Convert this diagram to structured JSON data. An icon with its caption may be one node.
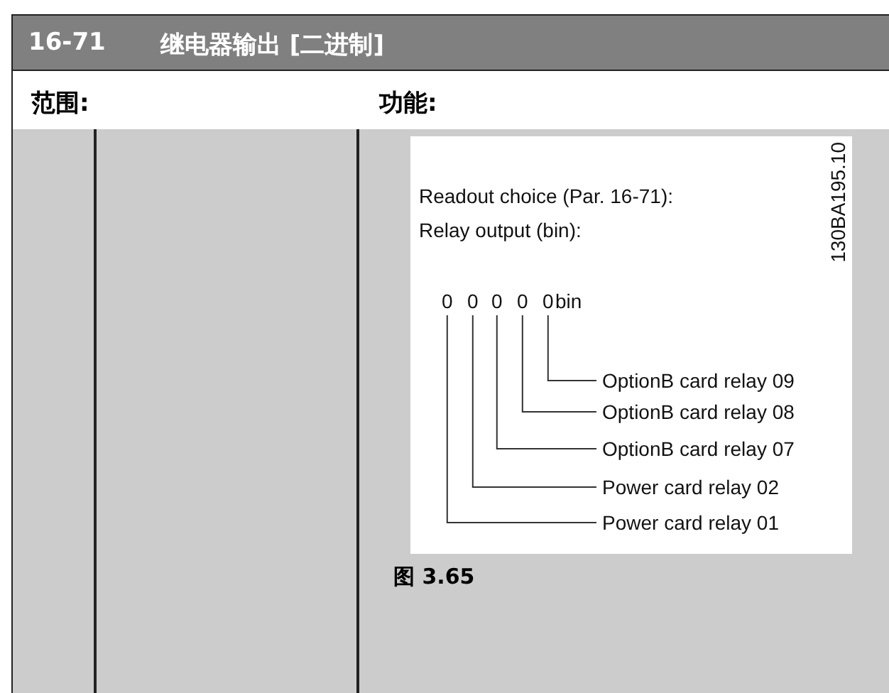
{
  "diagram": {
    "nodes": [
      {
        "text": [
          "0"
        ]
      },
      {
        "text": [
          "0"
        ]
      },
      {
        "text": [
          "0"
        ]
      },
      {
        "text": [
          "0"
        ]
      },
      {
        "text": [
          "0"
        ]
      },
      {
        "text": [
          "OptionB card relay 09"
        ]
      },
      {
        "text": [
          "OptionB card relay 08"
        ]
      },
      {
        "text": [
          "OptionB card relay 07"
        ]
      },
      {
        "text": [
          "Power card relay 02"
        ]
      },
      {
        "text": [
          "Power card relay 01"
        ]
      }
    ],
    "edges": [
      {
        "from": 5,
        "to": 4,
        "arrow": "none"
      },
      {
        "from": 6,
        "to": 3,
        "arrow": "none"
      },
      {
        "from": 7,
        "to": 2,
        "arrow": "none"
      },
      {
        "from": 8,
        "to": 1,
        "arrow": "none"
      },
      {
        "from": 9,
        "to": 0,
        "arrow": "none"
      }
    ],
    "labels": [
      "16-71",
      "继电器输出 [二进制]",
      "范围:",
      "功能:",
      "Readout choice (Par. 16-71):",
      "Relay output (bin):",
      "bin",
      "130BA195.10",
      "图 3.65"
    ]
  }
}
